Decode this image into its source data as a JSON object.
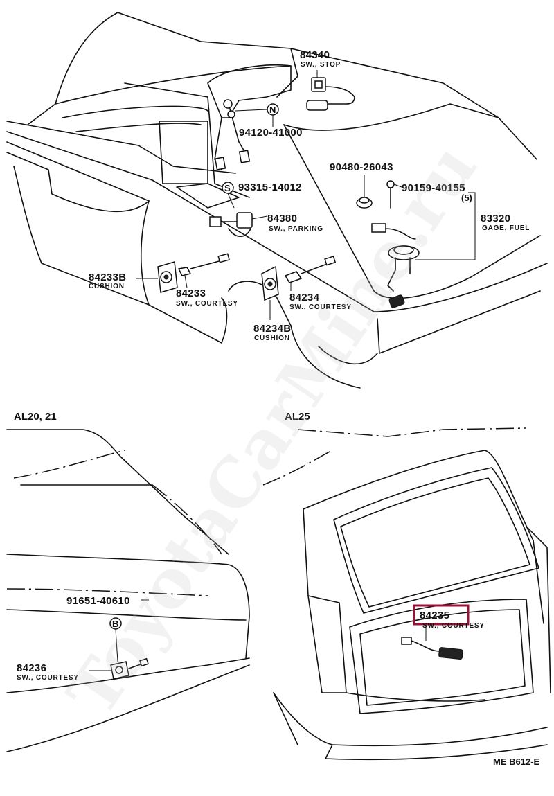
{
  "watermark": "ToyotaCarMine.ru",
  "drawing_code": "ME B612-E",
  "sections": {
    "left": "AL20, 21",
    "right": "AL25"
  },
  "callouts": {
    "p84340": {
      "num": "84340",
      "desc": "SW., STOP"
    },
    "p94120": {
      "num": "94120-41000",
      "badge": "N"
    },
    "p93315": {
      "num": "93315-14012",
      "badge": "S"
    },
    "p84380": {
      "num": "84380",
      "desc": "SW., PARKING"
    },
    "p90480": {
      "num": "90480-26043"
    },
    "p90159": {
      "num": "90159-40155",
      "qty": "(5)"
    },
    "p83320": {
      "num": "83320",
      "desc": "GAGE, FUEL"
    },
    "p84233b": {
      "num": "84233B",
      "desc": "CUSHION"
    },
    "p84233": {
      "num": "84233",
      "desc": "SW., COURTESY"
    },
    "p84234": {
      "num": "84234",
      "desc": "SW., COURTESY"
    },
    "p84234b": {
      "num": "84234B",
      "desc": "CUSHION"
    },
    "p91651": {
      "num": "91651-40610",
      "badge": "B"
    },
    "p84236": {
      "num": "84236",
      "desc": "SW., COURTESY"
    },
    "p84235": {
      "num": "84235",
      "desc": "SW., COURTESY",
      "highlighted": true
    }
  },
  "colors": {
    "highlight": "#9b1035",
    "line": "#111111"
  }
}
